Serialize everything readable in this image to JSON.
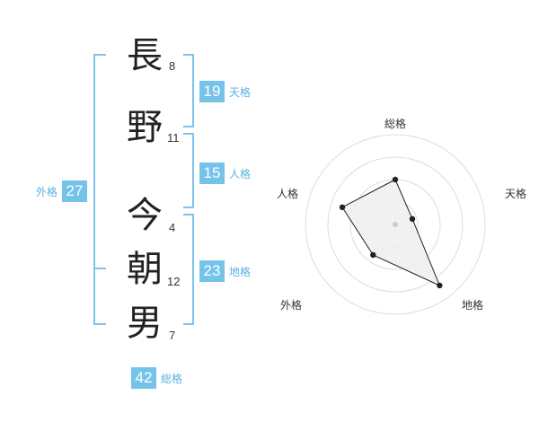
{
  "name_chars": [
    {
      "char": "長",
      "strokes": "8"
    },
    {
      "char": "野",
      "strokes": "11"
    },
    {
      "char": "今",
      "strokes": "4"
    },
    {
      "char": "朝",
      "strokes": "12"
    },
    {
      "char": "男",
      "strokes": "7"
    }
  ],
  "kakusu": {
    "tenkaku": {
      "value": "19",
      "label": "天格"
    },
    "jinkaku": {
      "value": "15",
      "label": "人格"
    },
    "chikaku": {
      "value": "23",
      "label": "地格"
    },
    "gaikaku": {
      "value": "27",
      "label": "外格"
    },
    "soukaku": {
      "value": "42",
      "label": "総格"
    }
  },
  "colors": {
    "accent": "#76c3ea",
    "bracket": "#7cc4ec",
    "radar_fill": "#efefef"
  },
  "chart_data": {
    "type": "radar",
    "axes": [
      "総格",
      "天格",
      "地格",
      "外格",
      "人格"
    ],
    "max": 5,
    "rings": 4,
    "values": [
      2.5,
      1.0,
      4.2,
      2.1,
      3.1
    ]
  }
}
